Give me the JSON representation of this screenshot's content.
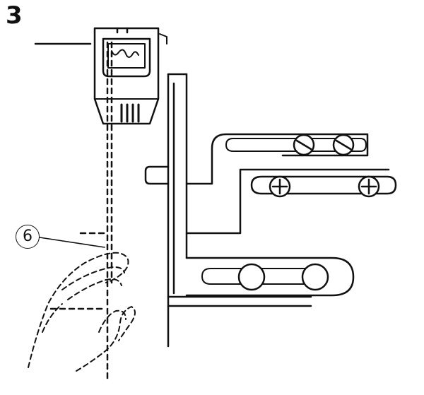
{
  "figure": {
    "step_number": "3",
    "callout": "6"
  },
  "colors": {
    "ink": "#111111",
    "background": "#ffffff"
  },
  "icons": {
    "presser_foot": "presser-foot",
    "hand": "finger-hand",
    "screw": "cross-head-screw"
  }
}
